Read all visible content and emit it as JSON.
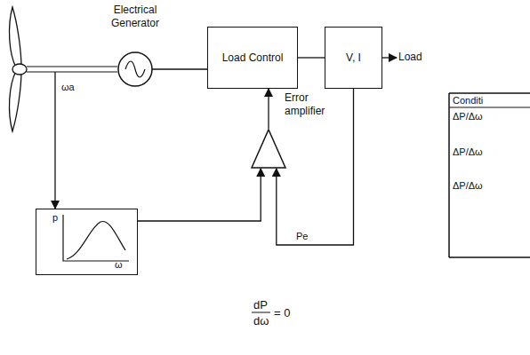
{
  "diagram": {
    "nodes": [
      {
        "text": [
          "Electrical Generator"
        ]
      },
      {
        "text": [
          "Load Control"
        ]
      },
      {
        "text": [
          "V, I"
        ]
      },
      {
        "text": [
          "Load"
        ]
      },
      {
        "text": [
          "Error amplifier"
        ]
      },
      {
        "text": [
          "p",
          "ω"
        ]
      }
    ],
    "edges": [
      {
        "from": 0,
        "to": 1,
        "arrow": "none"
      },
      {
        "from": 1,
        "to": 2,
        "arrow": "none"
      },
      {
        "from": 2,
        "to": 3,
        "arrow": "to"
      },
      {
        "from": 4,
        "to": 1,
        "arrow": "to"
      },
      {
        "from": 2,
        "to": 4,
        "arrow": "to",
        "label": "Pe"
      },
      {
        "from": 5,
        "to": 4,
        "arrow": "to"
      },
      {
        "from": 0,
        "to": 5,
        "arrow": "to",
        "label": "ωa"
      }
    ],
    "labels": [
      "dP",
      "dω",
      "= 0",
      "Conditi",
      "ΔP/Δω",
      "ΔP/Δω",
      "ΔP/Δω"
    ]
  }
}
